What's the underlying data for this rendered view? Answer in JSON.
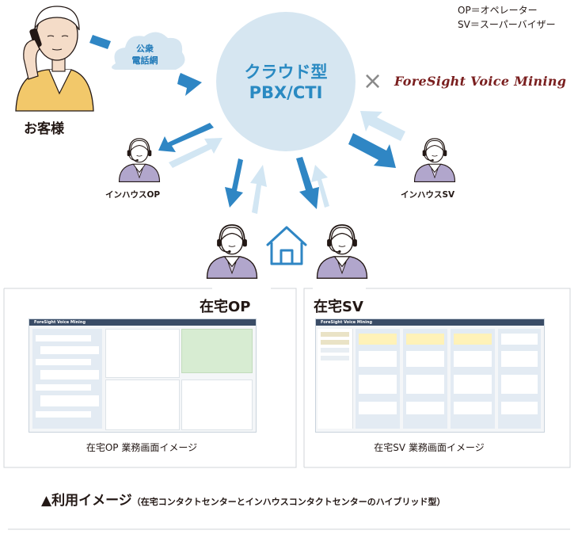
{
  "legend": {
    "line1": "OP＝オペレーター",
    "line2": "SV＝スーパーバイザー"
  },
  "cloud": {
    "line1": "クラウド型",
    "line2": "PBX/CTI"
  },
  "network": {
    "line1": "公衆",
    "line2": "電話網"
  },
  "customer_label": "お客様",
  "brand_logo": "ForeSight Voice Mining",
  "cross_symbol": "×",
  "inhouse_op_label": "インハウスOP",
  "inhouse_sv_label": "インハウスSV",
  "remote_op_label": "在宅OP",
  "remote_sv_label": "在宅SV",
  "op_screen_caption": "在宅OP 業務画面イメージ",
  "sv_screen_caption": "在宅SV 業務画面イメージ",
  "screen_app_name": "ForeSight Voice Mining",
  "footer": {
    "title": "▲利用イメージ",
    "subtitle": "（在宅コンタクトセンターとインハウスコンタクトセンターのハイブリッド型）"
  },
  "colors": {
    "cloud_fill": "#d6e6f1",
    "arrow_dark": "#2f86c4",
    "arrow_light": "#d2e6f3",
    "uniform": "#b1a6cc",
    "skin": "#f4dcc8",
    "sweater": "#f2c86a",
    "house": "#2f86c4",
    "screen_bar": "#3a4c66"
  }
}
